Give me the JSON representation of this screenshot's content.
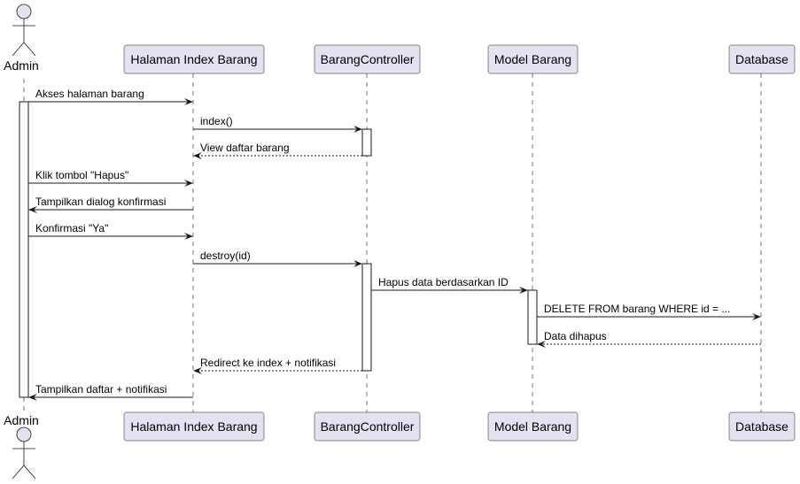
{
  "actor": {
    "label": "Admin"
  },
  "participants": [
    {
      "label": "Halaman Index Barang"
    },
    {
      "label": "BarangController"
    },
    {
      "label": "Model Barang"
    },
    {
      "label": "Database"
    }
  ],
  "messages": [
    {
      "from": "actor",
      "to": "p0",
      "style": "solid",
      "label": "Akses halaman barang"
    },
    {
      "from": "p0",
      "to": "p1",
      "style": "solid",
      "label": "index()"
    },
    {
      "from": "p1",
      "to": "p0",
      "style": "dashed",
      "label": "View daftar barang"
    },
    {
      "from": "actor",
      "to": "p0",
      "style": "solid",
      "label": "Klik tombol \"Hapus\""
    },
    {
      "from": "p0",
      "to": "actor",
      "style": "solid",
      "label": "Tampilkan dialog konfirmasi"
    },
    {
      "from": "actor",
      "to": "p0",
      "style": "solid",
      "label": "Konfirmasi \"Ya\""
    },
    {
      "from": "p0",
      "to": "p1",
      "style": "solid",
      "label": "destroy(id)"
    },
    {
      "from": "p1",
      "to": "p2",
      "style": "solid",
      "label": "Hapus data berdasarkan ID"
    },
    {
      "from": "p2",
      "to": "p3",
      "style": "solid",
      "label": "DELETE FROM barang WHERE id = ..."
    },
    {
      "from": "p3",
      "to": "p2",
      "style": "dashed",
      "label": "Data dihapus"
    },
    {
      "from": "p1",
      "to": "p0",
      "style": "dashed",
      "label": "Redirect ke index + notifikasi"
    },
    {
      "from": "p0",
      "to": "actor",
      "style": "solid",
      "label": "Tampilkan daftar + notifikasi"
    }
  ],
  "colors": {
    "participant_fill": "#e2e2f0",
    "participant_border": "#181818",
    "lifeline": "#181818",
    "activation_fill": "#ffffff",
    "arrow": "#181818"
  }
}
